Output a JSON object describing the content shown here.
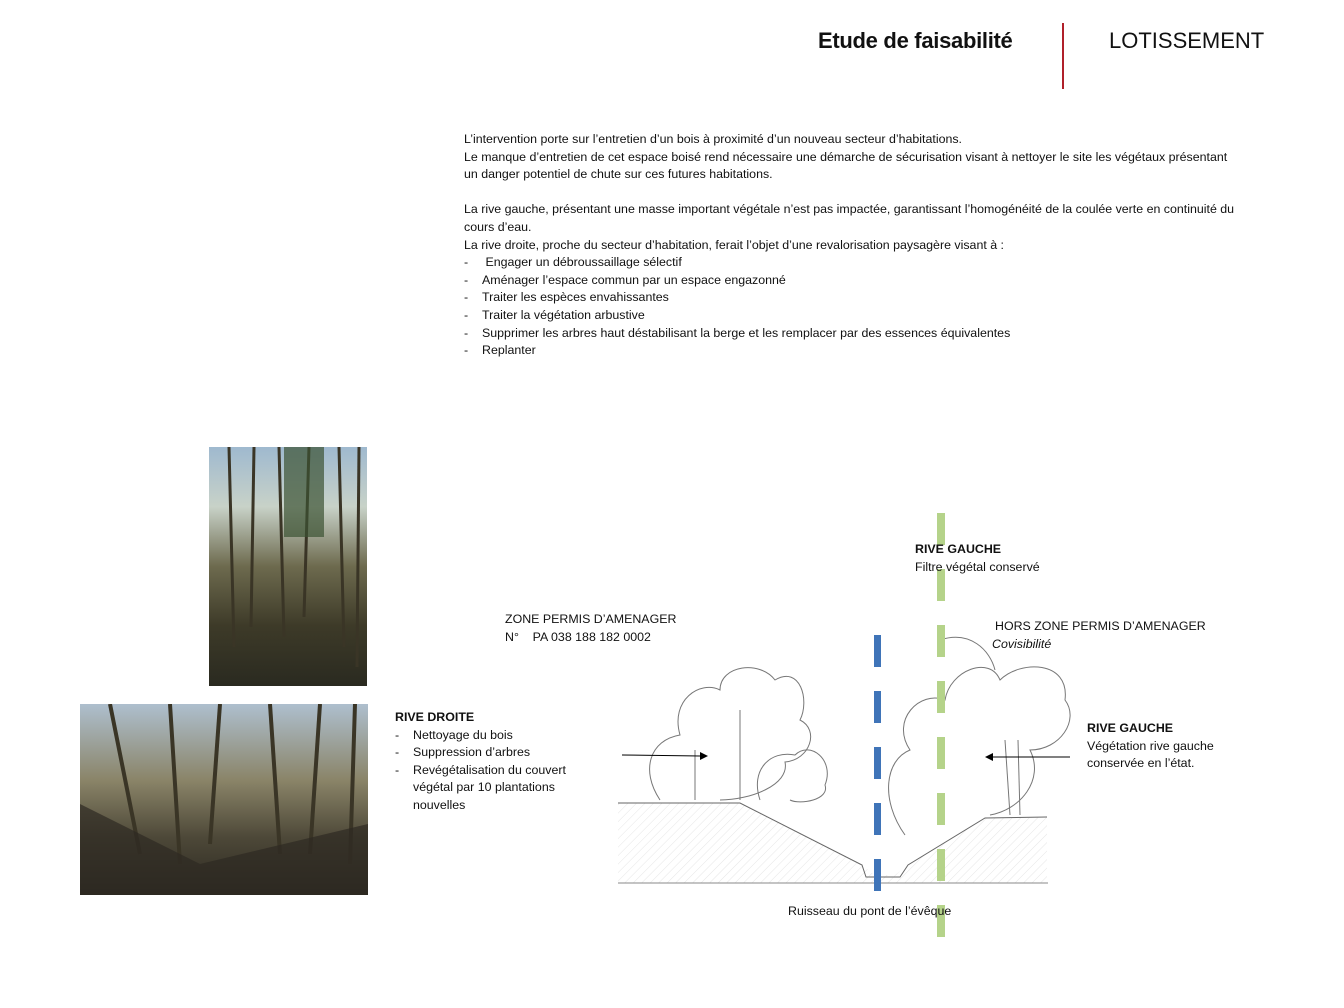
{
  "header": {
    "title": "Etude de faisabilité",
    "subtitle": "LOTISSEMENT",
    "divider_color": "#b0202a"
  },
  "intro": {
    "paragraph1": [
      "L’intervention porte sur l’entretien d’un bois à proximité d’un nouveau secteur d’habitations.",
      "Le manque d’entretien de cet espace boisé rend nécessaire une démarche de sécurisation visant à nettoyer le site les végétaux présentant un danger potentiel de chute sur ces futures habitations."
    ],
    "paragraph2": [
      "La rive gauche, présentant une masse important végétale n’est pas impactée, garantissant l’homogénéité de la coulée verte en continuité du cours d’eau.",
      "La rive droite, proche du secteur d’habitation, ferait l’objet d’une revalorisation paysagère visant à :"
    ],
    "bullets": [
      " Engager un débroussaillage sélectif",
      "Aménager l’espace commun par un espace engazonné",
      "Traiter les espèces envahissantes",
      "Traiter la végétation arbustive",
      "Supprimer les arbres haut déstabilisant la berge et les remplacer par des essences équivalentes",
      "Replanter"
    ],
    "bullet_marker": "-"
  },
  "zone": {
    "line1": "ZONE PERMIS D’AMENAGER",
    "line2": "N°    PA 038 188 182 0002"
  },
  "rive_droite": {
    "title": "RIVE DROITE",
    "items": [
      "Nettoyage du bois",
      "Suppression d’arbres",
      "Revégétalisation du couvert végétal par 10 plantations nouvelles"
    ]
  },
  "rive_gauche_top": {
    "title": "RIVE GAUCHE",
    "text": "Filtre végétal conservé"
  },
  "hors_zone": {
    "title": "HORS ZONE PERMIS D’AMENAGER",
    "text": "Covisibilité"
  },
  "rive_gauche_right": {
    "title": "RIVE GAUCHE",
    "line1": "Végétation rive gauche",
    "line2": "conservée en l’état."
  },
  "stream_label": "Ruisseau du pont de l’évêque",
  "colors": {
    "blue_dash": "#3f74b8",
    "green_dash": "#b5d38a"
  }
}
